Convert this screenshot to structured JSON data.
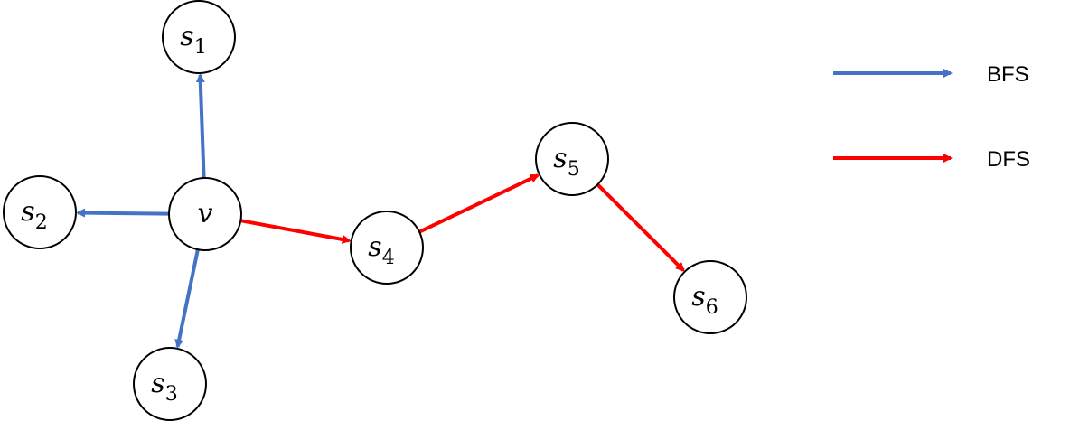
{
  "nodes": [
    {
      "id": "v",
      "base": "v",
      "sub": ""
    },
    {
      "id": "s1",
      "base": "s",
      "sub": "1"
    },
    {
      "id": "s2",
      "base": "s",
      "sub": "2"
    },
    {
      "id": "s3",
      "base": "s",
      "sub": "3"
    },
    {
      "id": "s4",
      "base": "s",
      "sub": "4"
    },
    {
      "id": "s5",
      "base": "s",
      "sub": "5"
    },
    {
      "id": "s6",
      "base": "s",
      "sub": "6"
    }
  ],
  "edges": [
    {
      "from": "v",
      "to": "s1",
      "type": "BFS"
    },
    {
      "from": "v",
      "to": "s2",
      "type": "BFS"
    },
    {
      "from": "v",
      "to": "s3",
      "type": "BFS"
    },
    {
      "from": "v",
      "to": "s4",
      "type": "DFS"
    },
    {
      "from": "s4",
      "to": "s5",
      "type": "DFS"
    },
    {
      "from": "s5",
      "to": "s6",
      "type": "DFS"
    }
  ],
  "legend": [
    {
      "label": "BFS",
      "color": "#4472C4"
    },
    {
      "label": "DFS",
      "color": "#FF0000"
    }
  ]
}
